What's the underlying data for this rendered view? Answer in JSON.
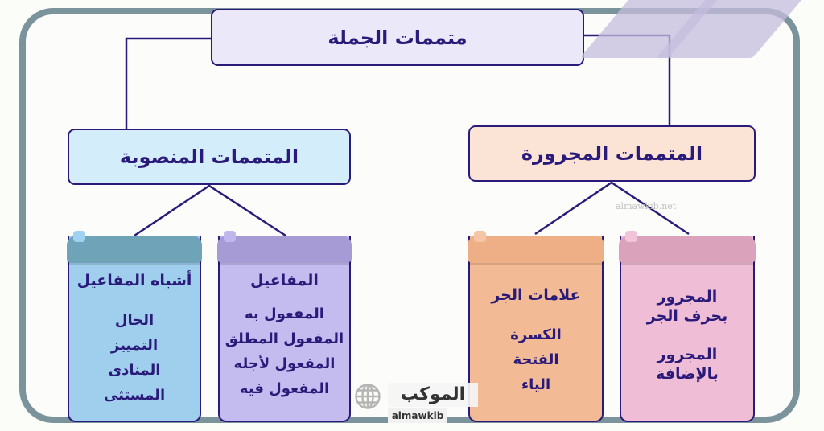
{
  "diagram": {
    "root": {
      "label": "متممات الجملة",
      "bg": "#ebe9f9"
    },
    "branches": [
      {
        "label": "المتممات المنصوبة",
        "bg": "#d4edfb",
        "cards": [
          {
            "title": "أشباه المفاعيل",
            "items": [
              "الحال",
              "التمييز",
              "المنادى",
              "المستثى"
            ],
            "bg": "#a0cfee"
          },
          {
            "title": "المفاعيل",
            "items": [
              "المفعول به",
              "المفعول المطلق",
              "المفعول لأجله",
              "المفعول فيه"
            ],
            "bg": "#c4bbee"
          }
        ]
      },
      {
        "label": "المتممات المجرورة",
        "bg": "#fbe3d6",
        "cards": [
          {
            "title": "علامات الجر",
            "items": [
              "الكسرة",
              "الفتحة",
              "الياء"
            ],
            "bg": "#f2bb95"
          },
          {
            "title": "المجرور بحرف الجر",
            "items": [
              "المجرور بالإضافة"
            ],
            "bg": "#efbed6"
          }
        ]
      }
    ],
    "line_color": "#2a1a7a",
    "frame_color": "#7b949b"
  },
  "watermark": "almawkib.net",
  "logo": {
    "arabic": "الموكب",
    "latin": "almawkib",
    "icon": "globe-icon"
  }
}
